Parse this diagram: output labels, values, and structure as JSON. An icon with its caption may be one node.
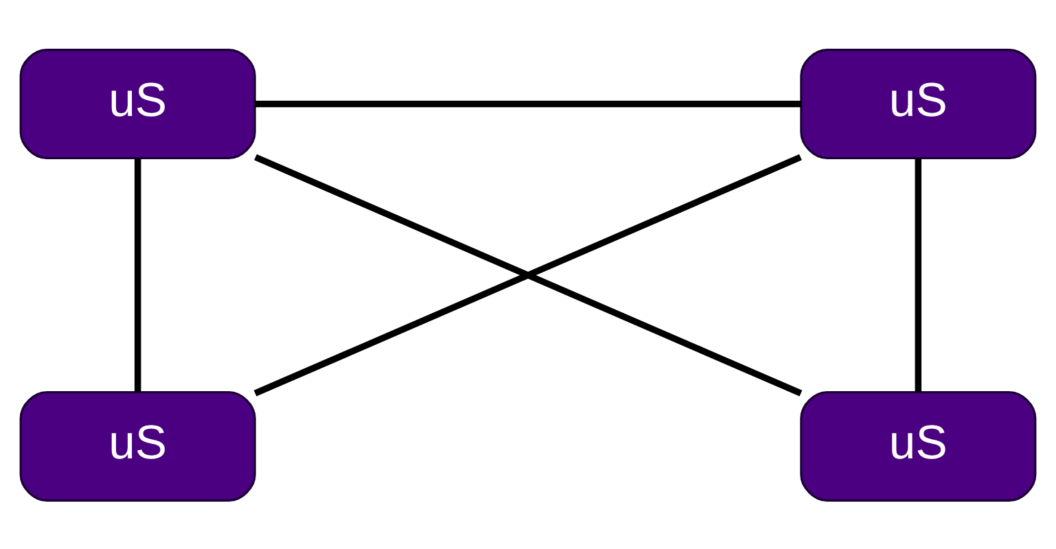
{
  "diagram": {
    "nodes": [
      {
        "text": [
          "uS"
        ]
      },
      {
        "text": [
          "uS"
        ]
      },
      {
        "text": [
          "uS"
        ]
      },
      {
        "text": [
          "uS"
        ]
      }
    ],
    "edges": [
      {
        "from": 0,
        "to": 1,
        "arrow": "none"
      },
      {
        "from": 0,
        "to": 2,
        "arrow": "none"
      },
      {
        "from": 0,
        "to": 3,
        "arrow": "none"
      },
      {
        "from": 1,
        "to": 2,
        "arrow": "none"
      },
      {
        "from": 1,
        "to": 3,
        "arrow": "none"
      }
    ]
  }
}
